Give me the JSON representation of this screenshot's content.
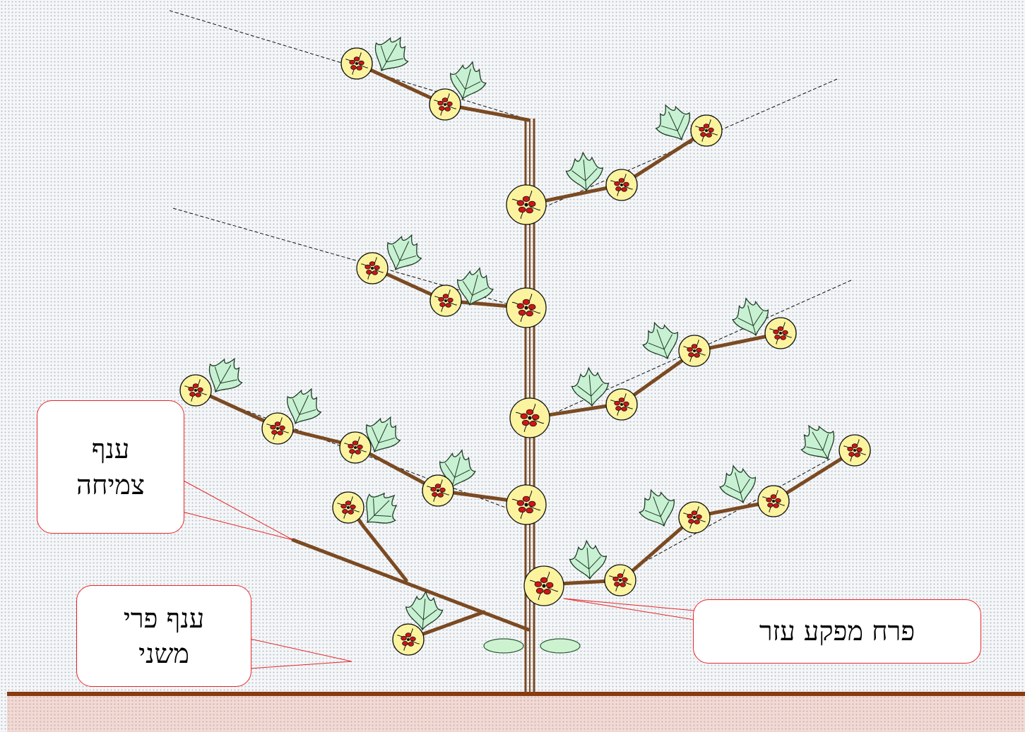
{
  "labels": {
    "growth_branch": "ענף\nצמיחה",
    "secondary_fruit_branch": "ענף פרי\nמשני",
    "auxiliary_yield_flower": "פרח מפקע עזר"
  },
  "colors": {
    "stem": "#7b4a22",
    "flower_fill": "#fbf39e",
    "flower_center": "#d01418",
    "leaf_fill": "#c8f0d2",
    "callout_border": "#e8282a",
    "ground": "#8a3a10",
    "cotyledon": "#cdf2cf"
  }
}
